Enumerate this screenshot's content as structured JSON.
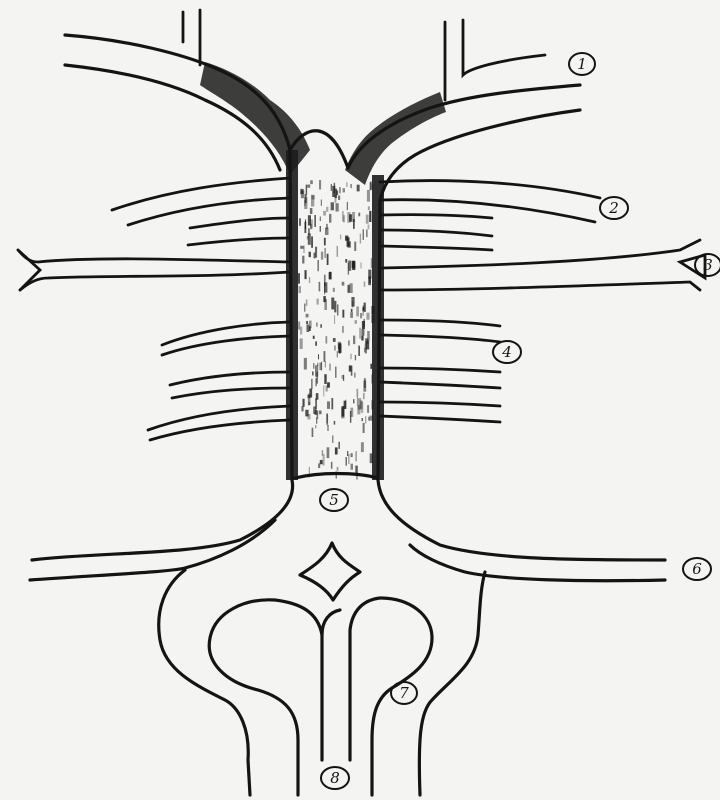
{
  "diagram": {
    "callouts": [
      {
        "id": "1",
        "label": "1"
      },
      {
        "id": "2",
        "label": "2"
      },
      {
        "id": "3",
        "label": "3"
      },
      {
        "id": "4",
        "label": "4"
      },
      {
        "id": "5",
        "label": "5"
      },
      {
        "id": "6",
        "label": "6"
      },
      {
        "id": "7",
        "label": "7"
      },
      {
        "id": "8",
        "label": "8"
      }
    ],
    "colors": {
      "ink": "#141414",
      "paper": "#f4f4f2",
      "shading": "#1c1c1c"
    }
  }
}
